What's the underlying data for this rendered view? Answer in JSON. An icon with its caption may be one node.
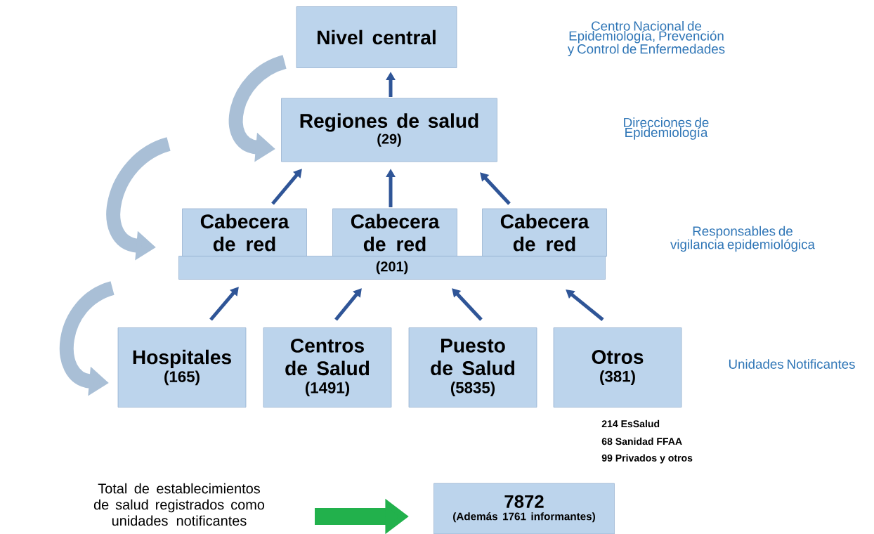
{
  "diagram": {
    "nodes": [
      {
        "text": [
          "Nivel central"
        ]
      },
      {
        "text": [
          "Regiones de salud",
          "(29)"
        ]
      },
      {
        "text": [
          "Cabecera de red"
        ]
      },
      {
        "text": [
          "Cabecera de red"
        ]
      },
      {
        "text": [
          "Cabecera de red"
        ]
      },
      {
        "text": [
          "(201)"
        ]
      },
      {
        "text": [
          "Hospitales",
          "(165)"
        ]
      },
      {
        "text": [
          "Centros de Salud",
          "(1491)"
        ]
      },
      {
        "text": [
          "Puesto de Salud",
          "(5835)"
        ]
      },
      {
        "text": [
          "Otros",
          "(381)"
        ],
        "beside": [
          "214  EsSalud",
          "68 Sanidad FFAA",
          "99 Privados y otros"
        ]
      },
      {
        "text": [
          "Total de establecimientos de salud registrados como unidades notificantes"
        ]
      },
      {
        "text": [
          "7872",
          "(Además 1761 informantes)"
        ]
      }
    ],
    "edges": [
      {
        "from": 1,
        "to": 0,
        "arrow": "to"
      },
      {
        "from": 2,
        "to": 1,
        "arrow": "to"
      },
      {
        "from": 3,
        "to": 1,
        "arrow": "to"
      },
      {
        "from": 4,
        "to": 1,
        "arrow": "to"
      },
      {
        "from": 6,
        "to": 5,
        "arrow": "to"
      },
      {
        "from": 7,
        "to": 5,
        "arrow": "to"
      },
      {
        "from": 8,
        "to": 5,
        "arrow": "to"
      },
      {
        "from": 9,
        "to": 5,
        "arrow": "to"
      },
      {
        "from": 10,
        "to": 11,
        "arrow": "to",
        "style": "thick",
        "color": "#22b14c"
      }
    ],
    "labels": [
      "Centro Nacional de Epidemiología, Prevención y Control de Enfermedades",
      "Direcciones de Epidemiología",
      "Responsables de vigilancia epidemiológica",
      "Unidades Notificantes"
    ]
  }
}
